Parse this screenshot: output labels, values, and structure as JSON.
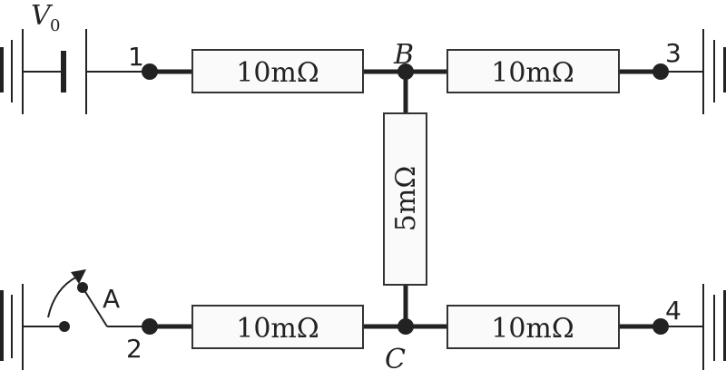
{
  "diagram": {
    "type": "circuit",
    "source": {
      "label": "V",
      "subscript": "0"
    },
    "switch": {
      "label": "A"
    },
    "nodes": {
      "B": "B",
      "C": "C",
      "n1": "1",
      "n2": "2",
      "n3": "3",
      "n4": "4"
    },
    "resistors": {
      "top_left": "10mΩ",
      "top_right": "10mΩ",
      "middle": "5mΩ",
      "bottom_left": "10mΩ",
      "bottom_right": "10mΩ"
    },
    "colors": {
      "line": "#222222",
      "box_fill": "#fafafa"
    }
  }
}
